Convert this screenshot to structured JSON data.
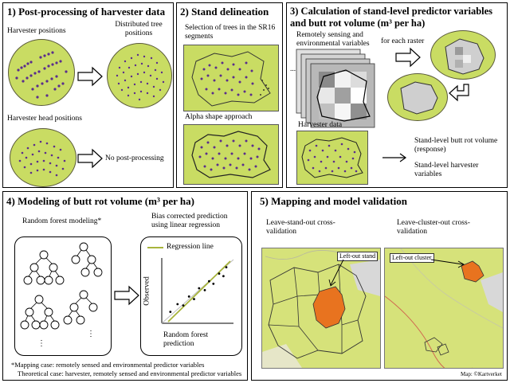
{
  "panel1": {
    "title": "1) Post-processing of harvester data",
    "harvester_positions": "Harvester positions",
    "distributed_tree_positions": "Distributed tree positions",
    "harvester_head_positions": "Harvester head positions",
    "no_post_processing": "No post-processing"
  },
  "panel2": {
    "title": "2) Stand delineation",
    "selection_text": "Selection of trees in the SR16 segments",
    "alpha_shape": "Alpha shape approach"
  },
  "panel3": {
    "title_line1": "3) Calculation of stand-level predictor variables",
    "title_line2": "and butt rot volume (m³ per ha)",
    "remote_sensing": "Remotely sensing and environmental variables",
    "for_each_raster": "for each raster",
    "harvester_data": "Harvester data",
    "stand_level_butt_rot": "Stand-level butt rot volume (response)",
    "stand_level_harvester": "Stand-level harvester variables"
  },
  "panel4": {
    "title": "4) Modeling of butt rot volume (m³ per ha)",
    "random_forest_modeling": "Random forest modeling*",
    "bias_corrected": "Bias corrected prediction using linear regression",
    "regression_line": "Regression line",
    "observed": "Observed",
    "random_forest_prediction": "Random forest prediction",
    "footnote1": "*Mapping case: remotely sensed and environmental predictor variables",
    "footnote2": "Theoretical case: harvester, remotely sensed and environmental predictor variables"
  },
  "panel5": {
    "title": "5) Mapping and model validation",
    "leave_stand_out": "Leave-stand-out cross-validation",
    "leave_cluster_out": "Leave-cluster-out cross-validation",
    "left_out_stand": "Left-out stand",
    "left_out_cluster": "Left-out cluster",
    "map_credit": "Map: ©Kartverket"
  },
  "colors": {
    "forest_green": "#c9dc63",
    "tree_purple": "#5a2d8c",
    "stand_orange": "#e8731f",
    "regression_line": "#a8b43c",
    "map_green": "#d6e27a"
  },
  "regression_points": [
    [
      0.12,
      0.18
    ],
    [
      0.22,
      0.3
    ],
    [
      0.3,
      0.28
    ],
    [
      0.38,
      0.42
    ],
    [
      0.45,
      0.38
    ],
    [
      0.52,
      0.55
    ],
    [
      0.6,
      0.52
    ],
    [
      0.66,
      0.66
    ],
    [
      0.72,
      0.62
    ],
    [
      0.8,
      0.78
    ],
    [
      0.86,
      0.74
    ],
    [
      0.9,
      0.88
    ]
  ]
}
